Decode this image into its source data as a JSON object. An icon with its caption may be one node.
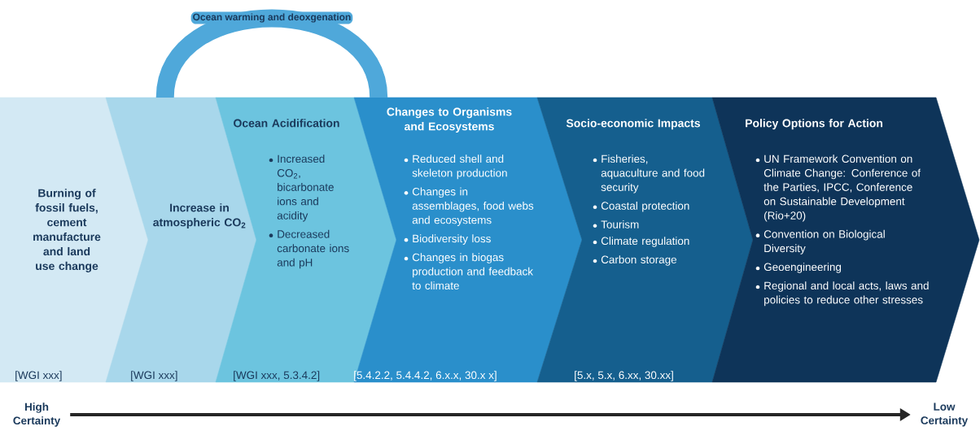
{
  "diagram": {
    "nodes": [
      {
        "text": [
          "Burning of fossil fuels, cement manufacture and land use change",
          "[WGI xxx]"
        ]
      },
      {
        "text": [
          "Increase in atmospheric CO$_{2}$",
          "[WGI xxx]"
        ]
      },
      {
        "text": [
          "Ocean Acidification",
          "Increased CO$_{2}$, bicarbonate ions and acidity",
          "Decreased carbonate ions and pH",
          "[WGI xxx, 5.3.4.2]"
        ]
      },
      {
        "text": [
          "Changes to Organisms and Ecosystems",
          "Reduced shell and skeleton production",
          "Changes in assemblages, food webs and ecosystems",
          "Biodiversity loss",
          "Changes in biogas production and feedback to climate",
          "[5.4.2.2, 5.4.4.2, 6.x.x, 30.x x]"
        ]
      },
      {
        "text": [
          "Socio-economic Impacts",
          "Fisheries, aquaculture and food security",
          "Coastal protection",
          "Tourism",
          "Climate regulation",
          "Carbon storage",
          "[5.x, 5.x, 6.xx, 30.xx]"
        ]
      },
      {
        "text": [
          "Policy Options for Action",
          "UN Framework Convention on Climate Change: Conference of the Parties, IPCC, Conference on Sustainable Development (Rio+20)",
          "Convention on Biological Diversity",
          "Geoengineering",
          "Regional and local acts, laws and policies to reduce other stresses"
        ]
      },
      {
        "text": [
          "High Certainty"
        ]
      },
      {
        "text": [
          "Low Certainty"
        ]
      }
    ],
    "edges": [
      {
        "from": 1,
        "to": 3,
        "arrow": "none",
        "label": "Ocean warming and deoxgenation",
        "style": "thick",
        "color": "#4fa8da"
      },
      {
        "from": 6,
        "to": 7,
        "arrow": "to",
        "color": "#262626"
      }
    ]
  }
}
